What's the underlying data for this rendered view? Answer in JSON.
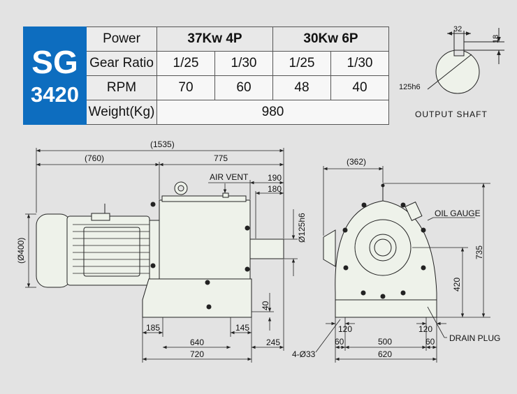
{
  "model": {
    "series": "SG",
    "size": "3420"
  },
  "table": {
    "header": {
      "label": "Power",
      "motor_a": "37Kw  4P",
      "motor_b": "30Kw  6P"
    },
    "gear_ratio": {
      "label": "Gear Ratio",
      "values": [
        "1/25",
        "1/30",
        "1/25",
        "1/30"
      ]
    },
    "rpm": {
      "label": "RPM",
      "values": [
        "70",
        "60",
        "48",
        "40"
      ]
    },
    "weight": {
      "label": "Weight(Kg)",
      "value": "980"
    }
  },
  "output_shaft": {
    "caption": "OUTPUT  SHAFT",
    "dims": {
      "key_width": "32",
      "key_depth": "18",
      "diameter": "125h6"
    }
  },
  "side_view": {
    "dims": {
      "overall_length": "(1535)",
      "motor_length": "(760)",
      "body_length": "775",
      "shaft_190": "190",
      "shaft_180": "180",
      "shaft_dia": "Ø125h6",
      "motor_dia": "(Ø400)",
      "foot_185": "185",
      "foot_145": "145",
      "base_640": "640",
      "base_720": "720",
      "shaft_245": "245",
      "foot_h_40": "40"
    },
    "labels": {
      "air_vent": "AIR VENT"
    }
  },
  "front_view": {
    "dims": {
      "width_362": "(362)",
      "height_735": "735",
      "shaft_h_420": "420",
      "d_120_left": "120",
      "d_120_right": "120",
      "d_60_left": "60",
      "d_500": "500",
      "d_60_right": "60",
      "d_620": "620",
      "holes": "4-Ø33"
    },
    "labels": {
      "oil_gauge": "OIL GAUGE",
      "drain_plug": "DRAIN PLUG"
    }
  },
  "colors": {
    "brand_blue": "#0d6dbf",
    "machine_fill": "#eef2ea",
    "line": "#222222"
  }
}
